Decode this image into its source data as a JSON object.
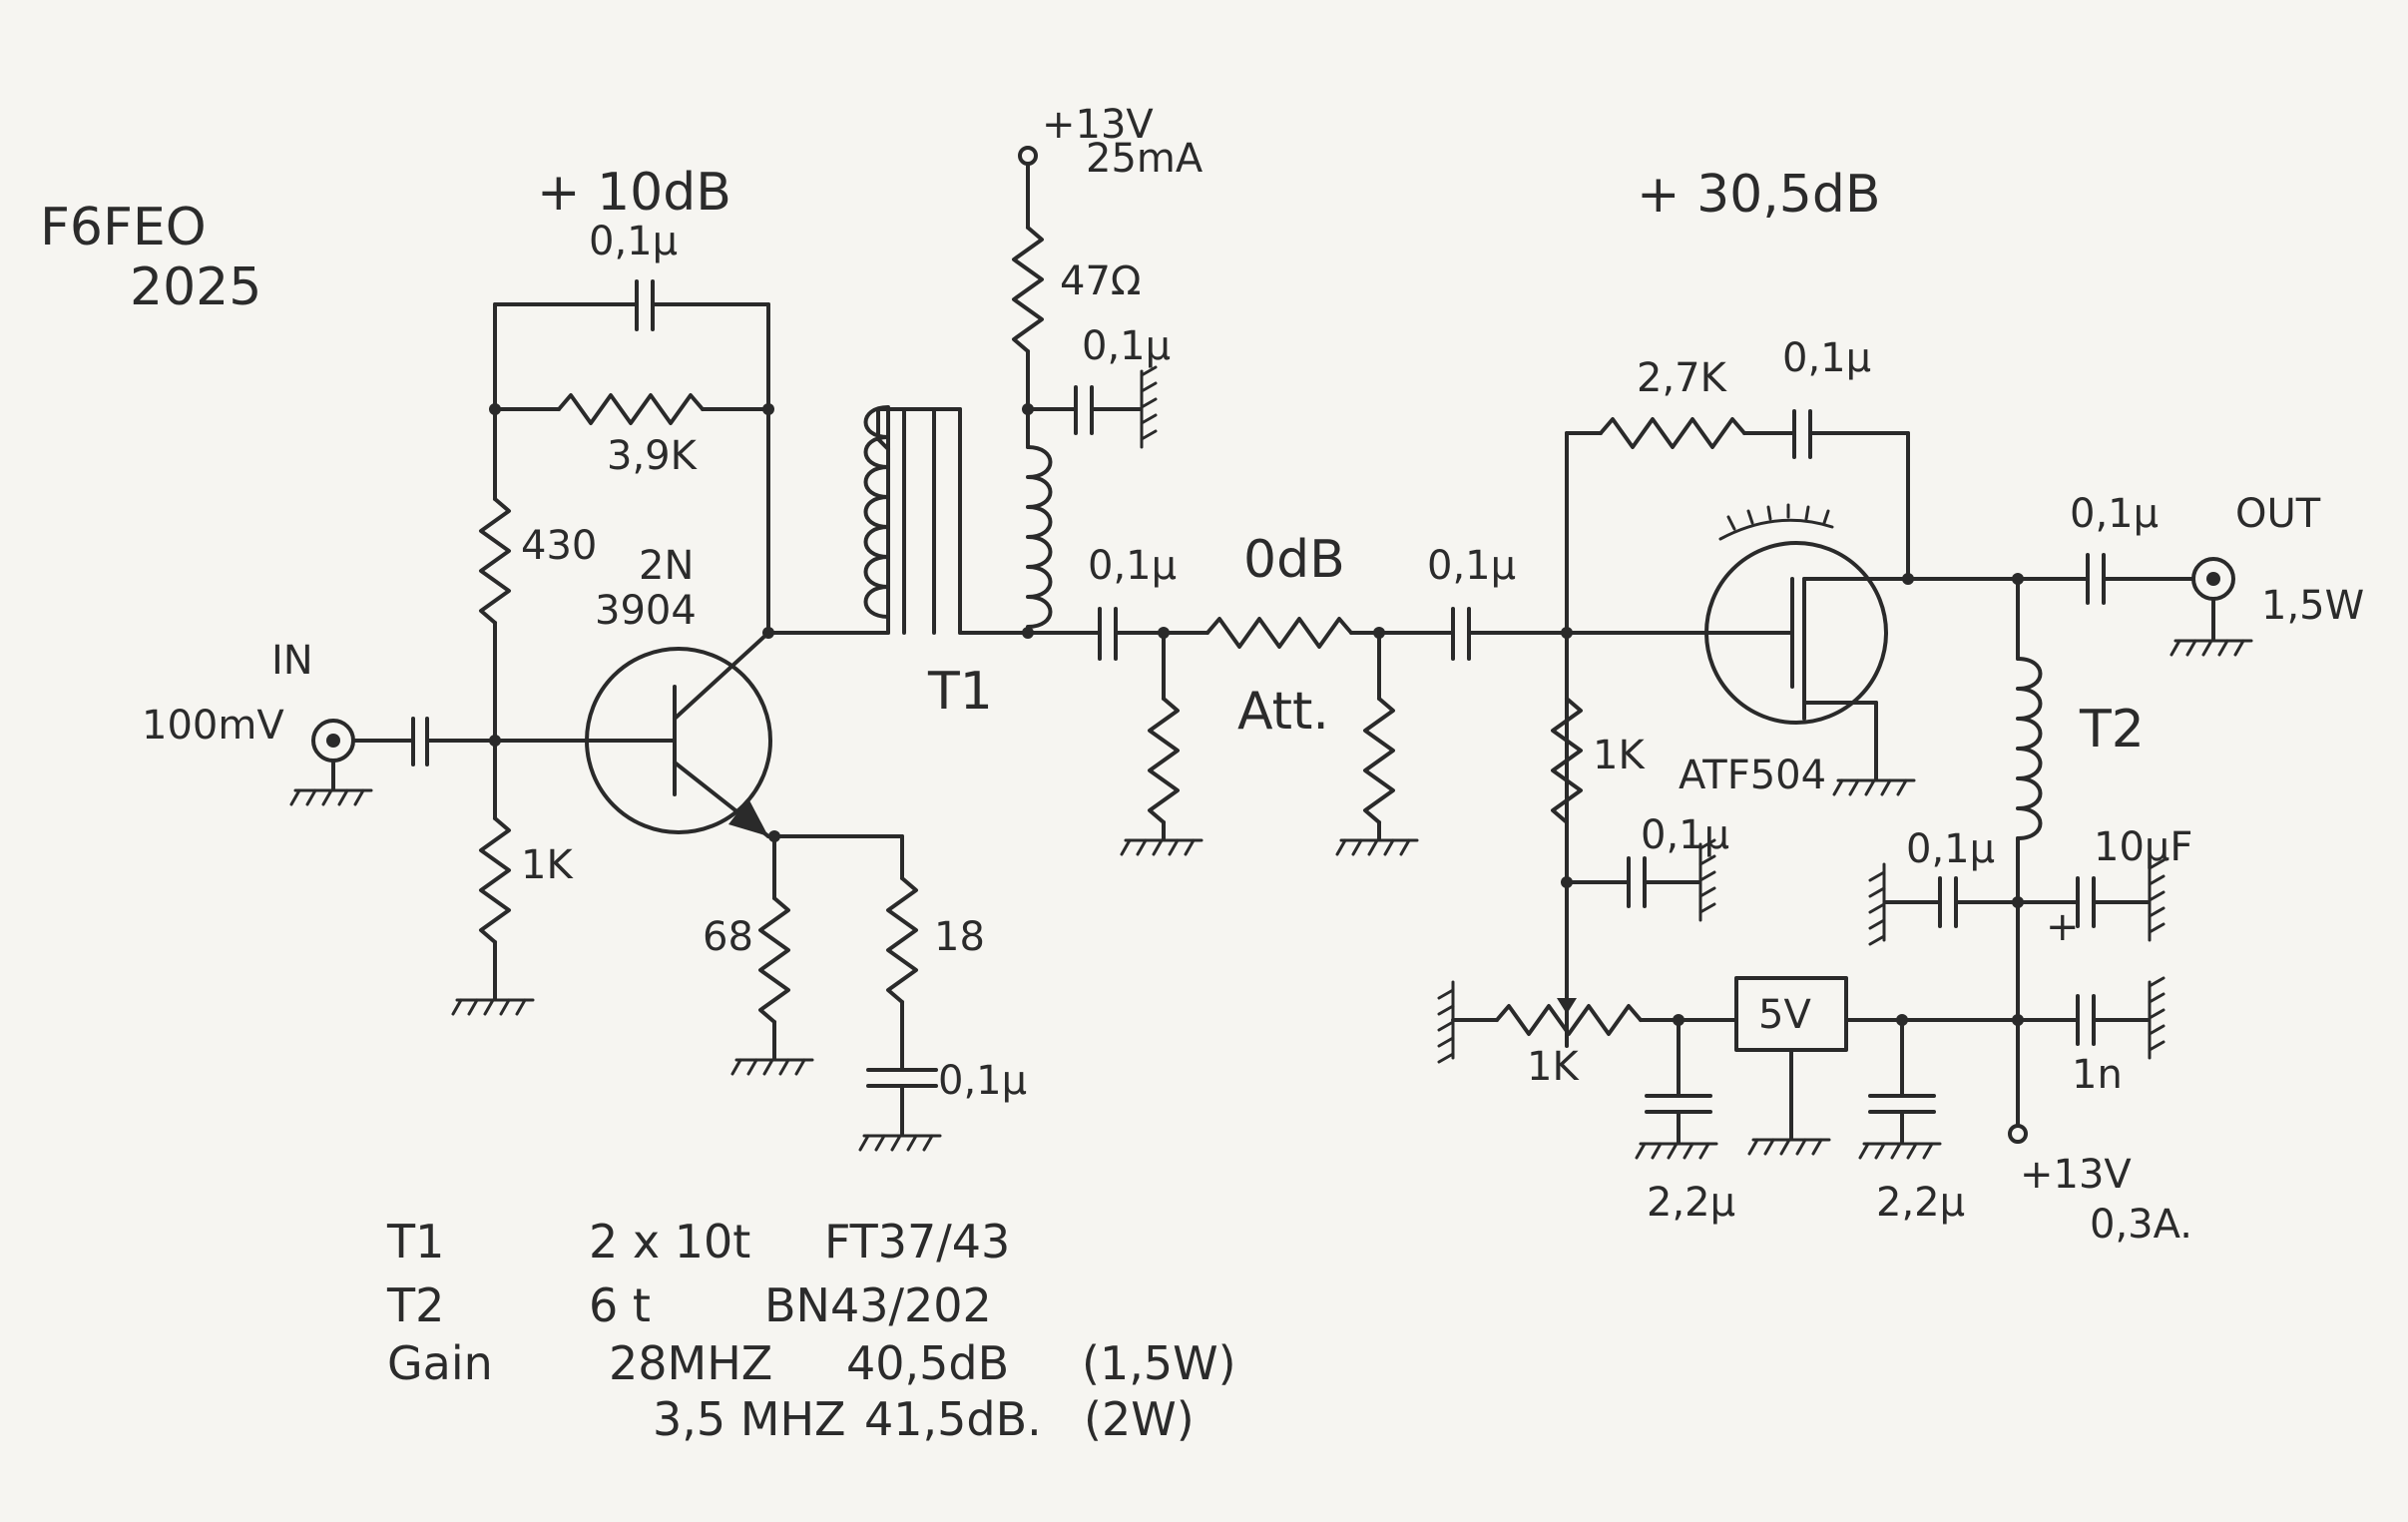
{
  "header": {
    "callsign": "F6FEO",
    "year": "2025"
  },
  "stage1": {
    "gain": "+ 10dB",
    "feedback_cap": "0,1µ",
    "feedback_res": "3,9K",
    "bias_top": "430",
    "bias_bottom": "1K",
    "transistor_a": "2N",
    "transistor_b": "3904",
    "emitter_res_a": "68",
    "emitter_res_b": "18",
    "emitter_cap": "0,1µ",
    "input_label": "IN",
    "input_level": "100mV"
  },
  "supply1": {
    "voltage": "+13V",
    "current": "25mA",
    "resistor": "47Ω",
    "decoupling": "0,1µ"
  },
  "coupling": {
    "cap_out1": "0,1µ",
    "transformer": "T1"
  },
  "attenuator": {
    "gain": "0dB",
    "label": "Att.",
    "cap_out": "0,1µ"
  },
  "stage2": {
    "gain": "+ 30,5dB",
    "feedback_res": "2,7K",
    "feedback_cap": "0,1µ",
    "transistor": "ATF504",
    "gate_res": "1K",
    "gate_cap": "0,1µ",
    "pot": "1K",
    "regulator": "5V",
    "reg_cap_in": "2,2µ",
    "reg_cap_out": "2,2µ",
    "bypass1": "0,1µ",
    "bypass2": "10µF",
    "bypass3": "1n",
    "transformer": "T2",
    "output_cap": "0,1µ",
    "output_label": "OUT",
    "output_power": "1,5W",
    "supply_voltage": "+13V",
    "supply_current": "0,3A."
  },
  "notes": {
    "t1_name": "T1",
    "t1_turns": "2 x 10t",
    "t1_core": "FT37/43",
    "t2_name": "T2",
    "t2_turns": "6 t",
    "t2_core": "BN43/202",
    "gain_label": "Gain",
    "g1_freq": "28MHZ",
    "g1_value": "40,5dB",
    "g1_power": "(1,5W)",
    "g2_freq": "3,5 MHZ",
    "g2_value": "41,5dB.",
    "g2_power": "(2W)"
  }
}
